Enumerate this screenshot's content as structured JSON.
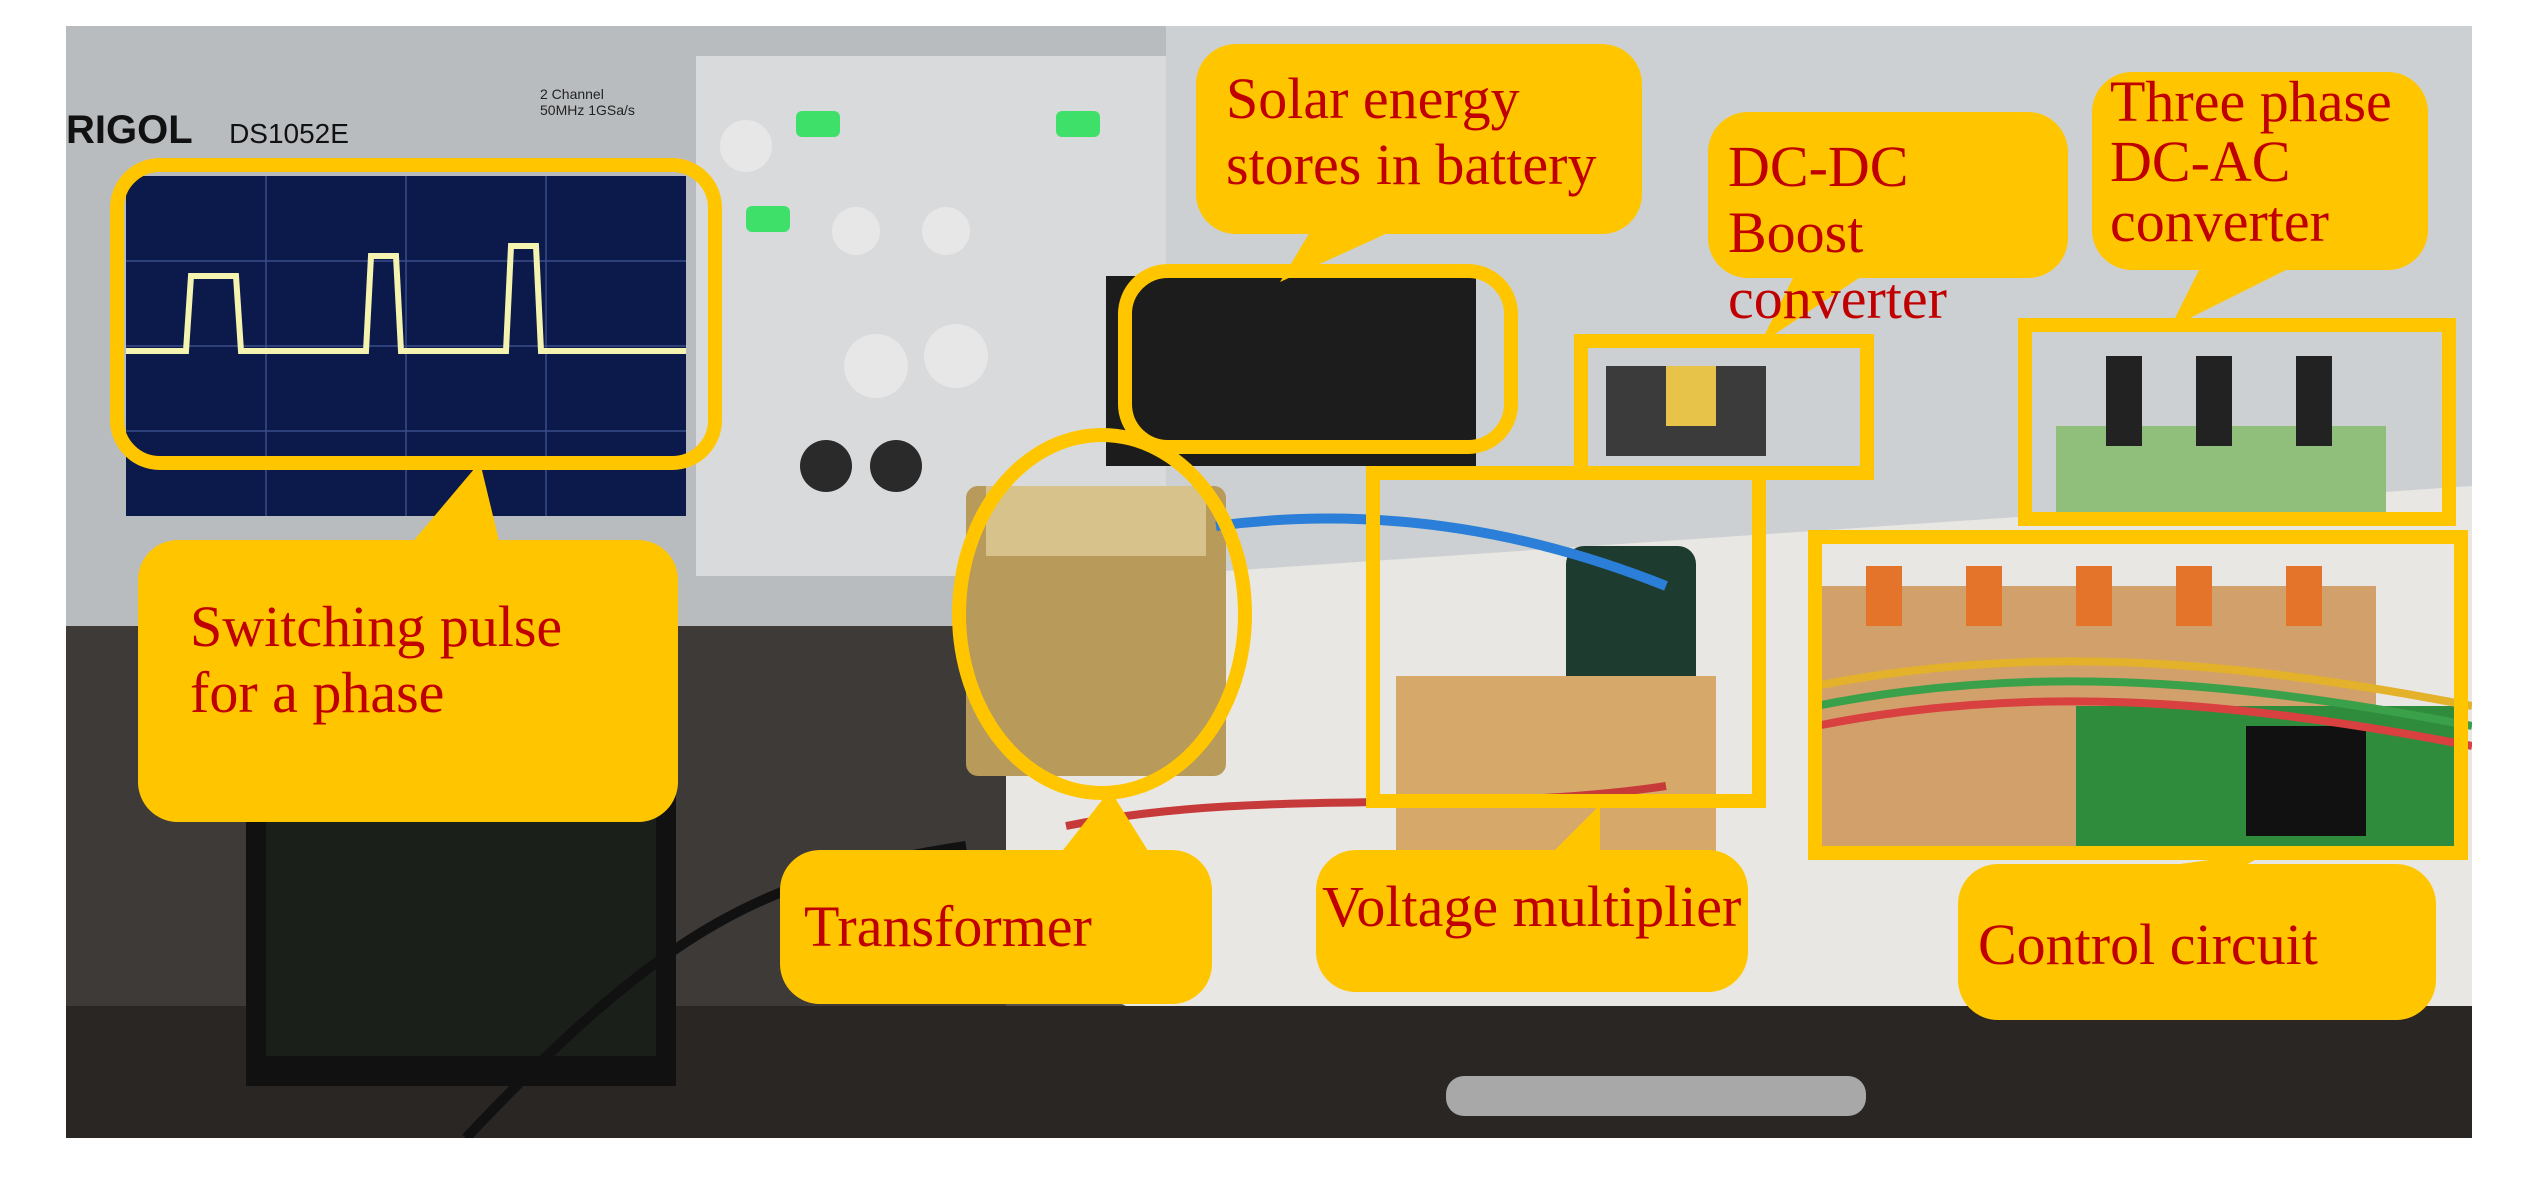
{
  "image": {
    "description_free": true
  },
  "scope": {
    "brand": "RIGOL",
    "model": "DS1052E",
    "channel_label": "2 Channel\n50MHz 1GSa/s"
  },
  "callouts": {
    "switching_pulse": "Switching pulse\nfor a phase",
    "solar_energy": "Solar energy\nstores in battery",
    "boost_converter": "DC-DC Boost\nconverter",
    "three_phase": "Three phase\nDC-AC\nconverter",
    "transformer": "Transformer",
    "voltage_multiplier": "Voltage multiplier",
    "control_circuit": "Control circuit"
  },
  "colors": {
    "callout_fill": "#ffc600",
    "callout_text": "#c00000",
    "scope_screen": "#0b1a4a",
    "trace": "#f5f3b0"
  }
}
